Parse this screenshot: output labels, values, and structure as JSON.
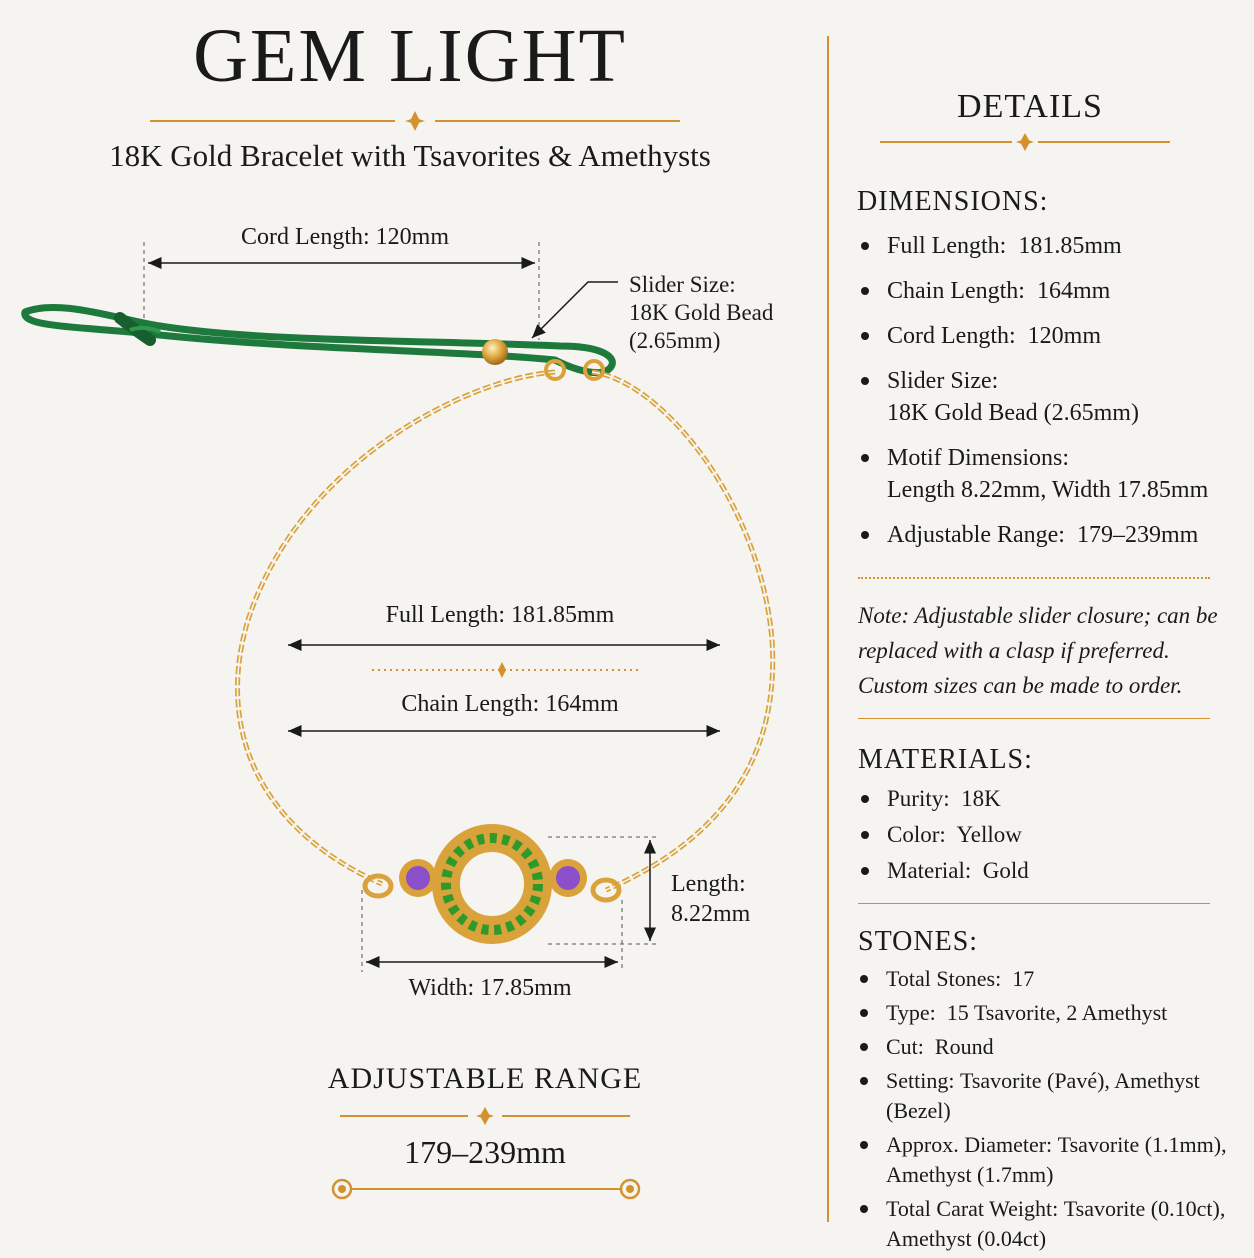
{
  "header": {
    "brand": "GEM LIGHT",
    "subtitle": "18K Gold Bracelet with Tsavorites & Amethysts"
  },
  "diagram": {
    "cord_length_label": "Cord Length: 120mm",
    "slider_label_line1": "Slider Size:",
    "slider_label_line2": "18K Gold Bead",
    "slider_label_line3": "(2.65mm)",
    "full_length_label": "Full Length: 181.85mm",
    "chain_length_label": "Chain Length: 164mm",
    "motif_length_line1": "Length:",
    "motif_length_line2": "8.22mm",
    "motif_width_label": "Width: 17.85mm",
    "cord_color": "#1e7a3c",
    "gold_color": "#d9a23a",
    "tsavorite_color": "#2f9a2a",
    "amethyst_color": "#8a4fc9"
  },
  "adjustable": {
    "title": "ADJUSTABLE RANGE",
    "value": "179–239mm"
  },
  "details": {
    "title": "DETAILS",
    "dimensions": {
      "title": "DIMENSIONS:",
      "items": [
        {
          "label": "Full Length:",
          "value": "181.85mm"
        },
        {
          "label": "Chain Length:",
          "value": "164mm"
        },
        {
          "label": "Cord Length:",
          "value": "120mm"
        },
        {
          "label": "Slider Size:",
          "value": "18K Gold Bead (2.65mm)"
        },
        {
          "label": "Motif Dimensions:",
          "value": "Length 8.22mm, Width 17.85mm"
        },
        {
          "label": "Adjustable Range:",
          "value": "179–239mm"
        }
      ]
    },
    "note": "Note: Adjustable slider closure; can be replaced with a clasp if preferred. Custom sizes can be made to order.",
    "materials": {
      "title": "MATERIALS:",
      "items": [
        {
          "label": "Purity:",
          "value": "18K"
        },
        {
          "label": "Color:",
          "value": "Yellow"
        },
        {
          "label": "Material:",
          "value": "Gold"
        }
      ]
    },
    "stones": {
      "title": "STONES:",
      "items": [
        {
          "label": "Total Stones:",
          "value": "17"
        },
        {
          "label": "Type:",
          "value": "15 Tsavorite, 2 Amethyst"
        },
        {
          "label": "Cut:",
          "value": "Round"
        },
        {
          "label": "Setting:",
          "value": "Tsavorite (Pavé), Amethyst (Bezel)"
        },
        {
          "label": "Approx. Diameter:",
          "value": "Tsavorite (1.1mm),",
          "value2": "Amethyst (1.7mm)"
        },
        {
          "label": "Total Carat Weight:",
          "value": "Tsavorite (0.10ct),",
          "value2": "Amethyst (0.04ct)"
        }
      ]
    }
  }
}
